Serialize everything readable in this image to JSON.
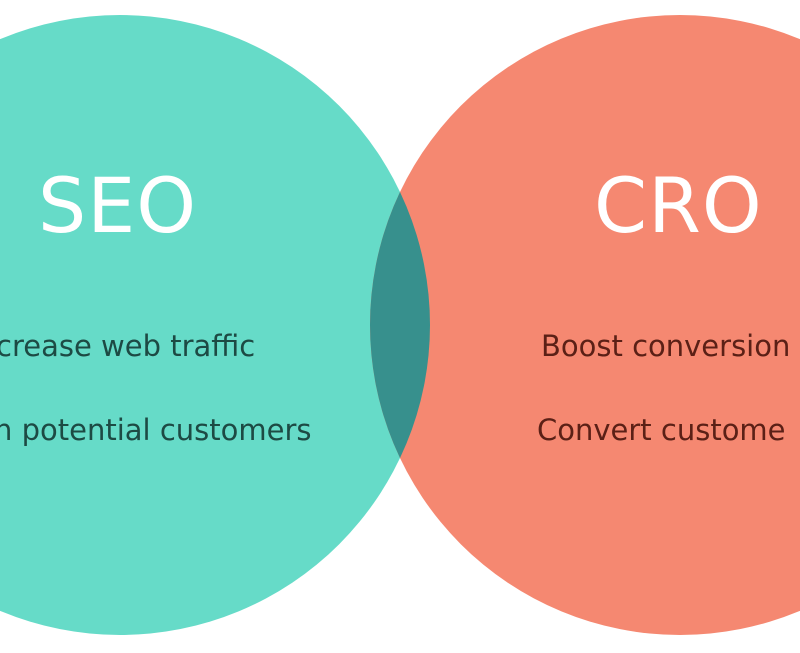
{
  "colors": {
    "seo_circle": "#66dbc8",
    "cro_circle": "#f58871",
    "overlap": "#37908d",
    "seo_text": "#1d4a44",
    "cro_text": "#5b2016",
    "title_text": "#ffffff"
  },
  "seo": {
    "title": "SEO",
    "items": [
      "crease web traffic",
      "n potential customers"
    ]
  },
  "cro": {
    "title": "CRO",
    "items": [
      "Boost conversion",
      "Convert custome"
    ]
  }
}
